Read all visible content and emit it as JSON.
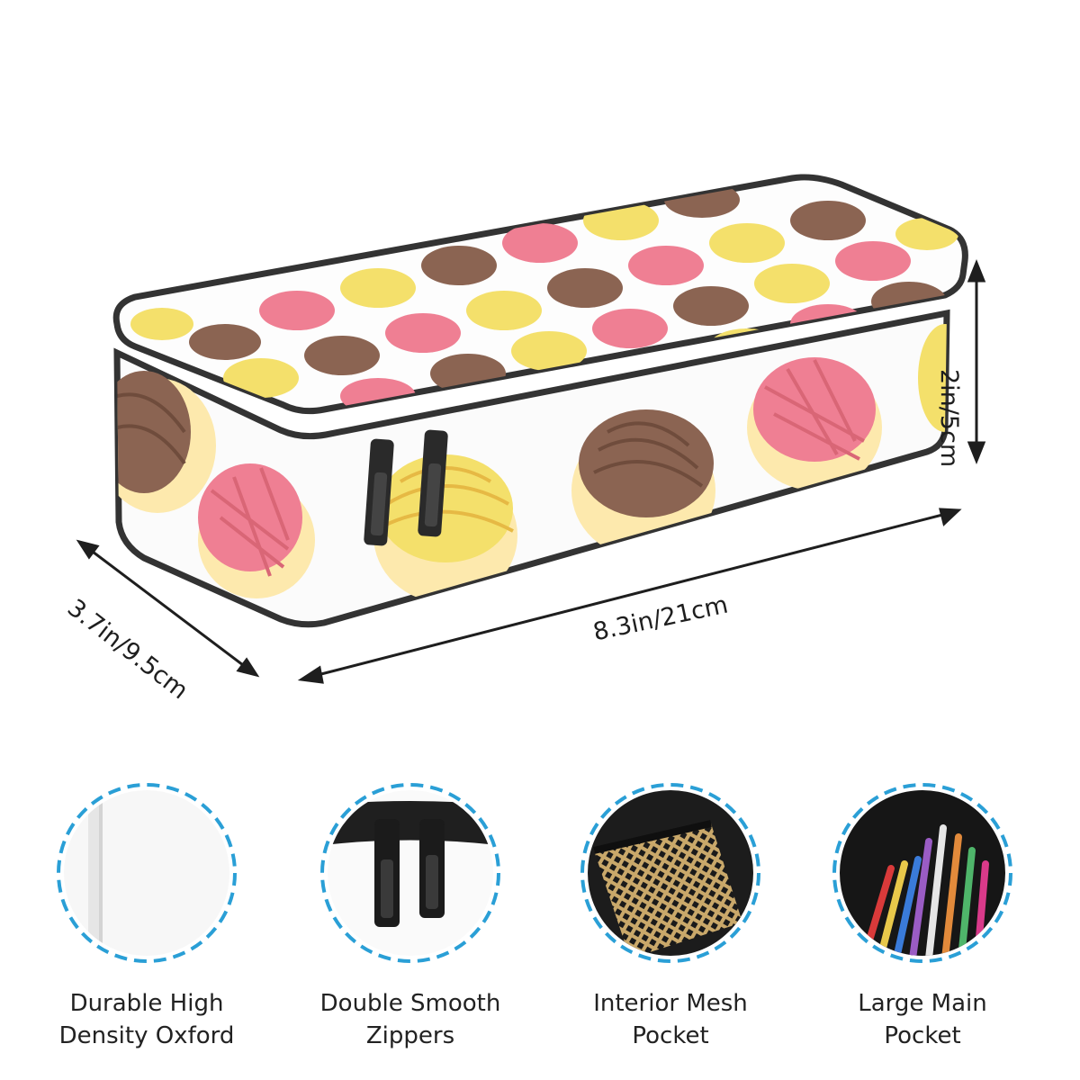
{
  "dimensions": {
    "height": "2in/5cm",
    "width": "8.3in/21cm",
    "depth": "3.7in/9.5cm"
  },
  "colors": {
    "pink_concha": "#ef7f93",
    "chocolate_concha": "#8b6452",
    "yellow_concha": "#f4e06b",
    "zipper_trim": "#2a2a2a",
    "circle_border": "#2a9fd6"
  },
  "features": [
    {
      "icon": "fabric-icon",
      "line1": "Durable High",
      "line2": "Density Oxford"
    },
    {
      "icon": "zipper-icon",
      "line1": "Double Smooth",
      "line2": "Zippers"
    },
    {
      "icon": "mesh-pocket-icon",
      "line1": "Interior Mesh",
      "line2": "Pocket"
    },
    {
      "icon": "pens-icon",
      "line1": "Large Main",
      "line2": "Pocket"
    }
  ]
}
